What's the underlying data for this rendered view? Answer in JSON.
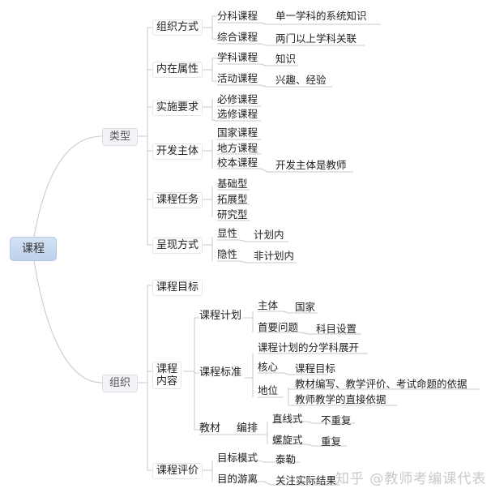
{
  "root": {
    "label": "课程"
  },
  "branches": {
    "leixing": {
      "label": "类型",
      "children": {
        "zuzhi_fangshi": {
          "label": "组织方式",
          "items": [
            {
              "label": "分科课程",
              "note": "单一学科的系统知识"
            },
            {
              "label": "综合课程",
              "note": "两门以上学科关联"
            }
          ]
        },
        "neizai_shuxing": {
          "label": "内在属性",
          "items": [
            {
              "label": "学科课程",
              "note": "知识"
            },
            {
              "label": "活动课程",
              "note": "兴趣、经验"
            }
          ]
        },
        "shishi_yaoqiu": {
          "label": "实施要求",
          "items": [
            {
              "label": "必修课程"
            },
            {
              "label": "选修课程"
            }
          ]
        },
        "kaifa_zhuti": {
          "label": "开发主体",
          "items": [
            {
              "label": "国家课程"
            },
            {
              "label": "地方课程"
            },
            {
              "label": "校本课程",
              "note": "开发主体是教师"
            }
          ]
        },
        "kecheng_renwu": {
          "label": "课程任务",
          "items": [
            {
              "label": "基础型"
            },
            {
              "label": "拓展型"
            },
            {
              "label": "研究型"
            }
          ]
        },
        "chengxian_fangshi": {
          "label": "呈现方式",
          "items": [
            {
              "label": "显性",
              "note": "计划内"
            },
            {
              "label": "隐性",
              "note": "非计划内"
            }
          ]
        }
      }
    },
    "zuzhi": {
      "label": "组织",
      "children": {
        "kecheng_mubiao": {
          "label": "课程目标"
        },
        "kecheng_neirong": {
          "label_line1": "课程",
          "label_line2": "内容",
          "jihua": {
            "label": "课程计划",
            "items": [
              {
                "label": "主体",
                "note": "国家"
              },
              {
                "label": "首要问题",
                "note": "科目设置"
              }
            ]
          },
          "biaozhun": {
            "label": "课程标准",
            "items": [
              {
                "label": "课程计划的分学科展开"
              },
              {
                "label": "核心",
                "note": "课程目标"
              },
              {
                "label": "地位",
                "notes": [
                  "教材编写、教学评价、考试命题的依据",
                  "教师教学的直接依据"
                ]
              }
            ]
          },
          "jiaocai": {
            "label": "教材",
            "sub_label": "编排",
            "items": [
              {
                "label": "直线式",
                "note": "不重复"
              },
              {
                "label": "螺旋式",
                "note": "重复"
              }
            ]
          }
        },
        "kecheng_pingjia": {
          "label": "课程评价",
          "items": [
            {
              "label": "目标模式",
              "note": "泰勒"
            },
            {
              "label": "目的游离",
              "note": "关注实际结果"
            }
          ]
        }
      }
    }
  },
  "watermark": "知乎 @教师考编课代表",
  "colors": {
    "line": "#c8c8c8",
    "root_fill": "#c6d9f0",
    "l1_fill": "#f2f3f6",
    "text": "#1a1a1a",
    "watermark": "#c9c9c9"
  }
}
